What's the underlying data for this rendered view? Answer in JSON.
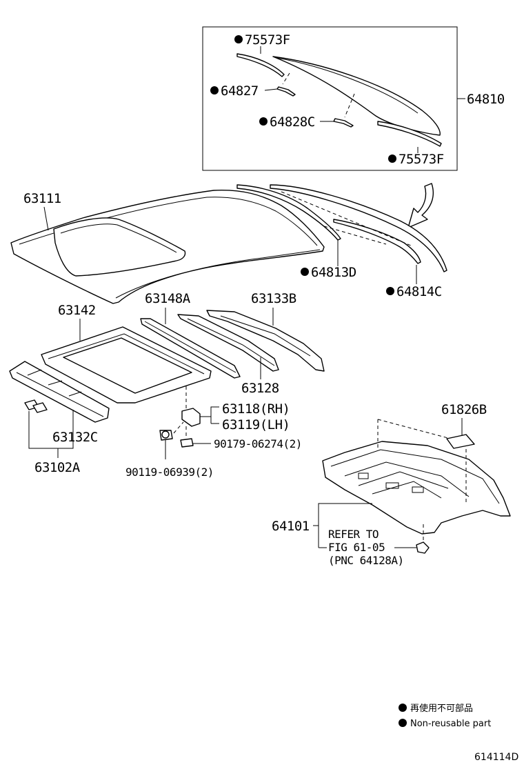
{
  "diagram": {
    "figure_number": "614114D",
    "callouts": {
      "p75573F_top": "75573F",
      "p64827": "64827",
      "p64828C": "64828C",
      "p64810": "64810",
      "p75573F_bottom": "75573F",
      "p63111": "63111",
      "p64813D": "64813D",
      "p64814C": "64814C",
      "p63142": "63142",
      "p63148A": "63148A",
      "p63133B": "63133B",
      "p63128": "63128",
      "p63118": "63118(RH)",
      "p63119": "63119(LH)",
      "p90179": "90179-06274(2)",
      "p90119": "90119-06939(2)",
      "p63132C": "63132C",
      "p63102A": "63102A",
      "p61826B": "61826B",
      "p64101": "64101"
    },
    "refer_note": {
      "line1": "REFER TO",
      "line2": "FIG 61-05",
      "line3": "(PNC 64128A)"
    },
    "legend": {
      "jp": "再使用不可部品",
      "en": "Non-reusable part"
    },
    "colors": {
      "ink": "#000000",
      "paper": "#ffffff"
    }
  }
}
